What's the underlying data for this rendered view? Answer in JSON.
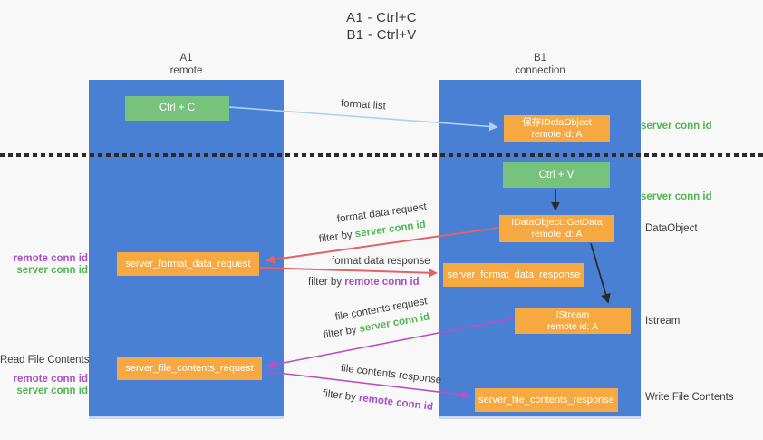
{
  "title": {
    "line1": "A1 - Ctrl+C",
    "line2": "B1 - Ctrl+V"
  },
  "lanes": {
    "a1": {
      "name": "A1",
      "subtitle": "remote"
    },
    "b1": {
      "name": "B1",
      "subtitle": "connection"
    }
  },
  "boxes": {
    "ctrl_c": "Ctrl + C",
    "ctrl_v": "Ctrl + V",
    "save_idataobject": {
      "line1": "保存IDataObject",
      "line2": "remote id: A"
    },
    "getdata": {
      "line1": "IDataObject::GetData",
      "line2": "remote id: A"
    },
    "istream": {
      "line1": "IStream",
      "line2": "remote id: A"
    },
    "format_request": "server_format_data_request",
    "format_response": "server_format_data_response",
    "file_request": "server_file_contents_request",
    "file_response": "server_file_contents_response"
  },
  "labels": {
    "format_list": "format list",
    "format_data_request": "format data request",
    "format_data_response": "format data response",
    "file_contents_request": "file contents request",
    "file_contents_response": "file contents response",
    "filter_by": "filter by ",
    "server_conn_id": "server conn id",
    "remote_conn_id": "remote conn id",
    "read_file_contents": "Read File Contents",
    "write_file_contents": "Write File Contents",
    "dataobject": "DataObject",
    "istream_side": "Istream"
  },
  "colors": {
    "lane_blue": "#4a80d4",
    "box_green": "#77c37e",
    "box_orange": "#f7a941",
    "arrow_light_blue": "#a9d3ee",
    "arrow_red": "#e0636a",
    "arrow_magenta": "#bb4fc6",
    "arrow_black": "#2b2b2b",
    "text_green": "#53b552",
    "text_purple": "#ab4fc8",
    "text_dark": "#3d3d3d",
    "background": "#f8f8f9"
  }
}
